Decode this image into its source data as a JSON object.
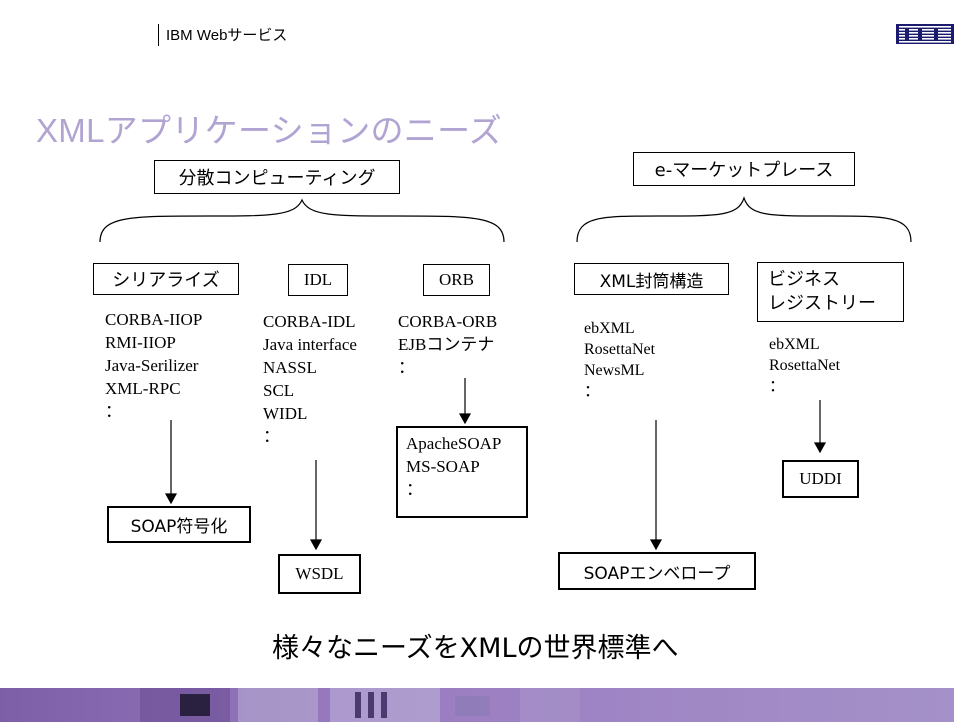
{
  "header": {
    "section": "IBM Webサービス",
    "logo_text": "IBM"
  },
  "title": "XMLアプリケーションのニーズ",
  "groups": {
    "distributed": "分散コンピューティング",
    "emarket": "e-マーケットプレース"
  },
  "categories": {
    "serialize": "シリアライズ",
    "idl": "IDL",
    "orb": "ORB",
    "xml_envelope": "XML封筒構造",
    "business_registry_line1": "ビジネス",
    "business_registry_line2": "レジストリー"
  },
  "lists": {
    "serialize": [
      "CORBA-IIOP",
      "RMI-IIOP",
      "Java-Serilizer",
      "XML-RPC",
      "："
    ],
    "idl": [
      "CORBA-IDL",
      "Java interface",
      "NASSL",
      "SCL",
      "WIDL",
      "："
    ],
    "orb": [
      "CORBA-ORB",
      "EJBコンテナ",
      "："
    ],
    "xml_envelope": [
      "ebXML",
      "RosettaNet",
      "NewsML",
      "："
    ],
    "business_registry": [
      "ebXML",
      "RosettaNet",
      "："
    ]
  },
  "results": {
    "soap_encoding": "SOAP符号化",
    "wsdl": "WSDL",
    "apache_soap": [
      "ApacheSOAP",
      "MS-SOAP",
      "："
    ],
    "soap_envelope": "SOAPエンベロープ",
    "uddi": "UDDI"
  },
  "conclusion": "様々なニーズをXMLの世界標準へ",
  "colors": {
    "title": "#b1a3d2",
    "footer": "#8a6fb5"
  }
}
